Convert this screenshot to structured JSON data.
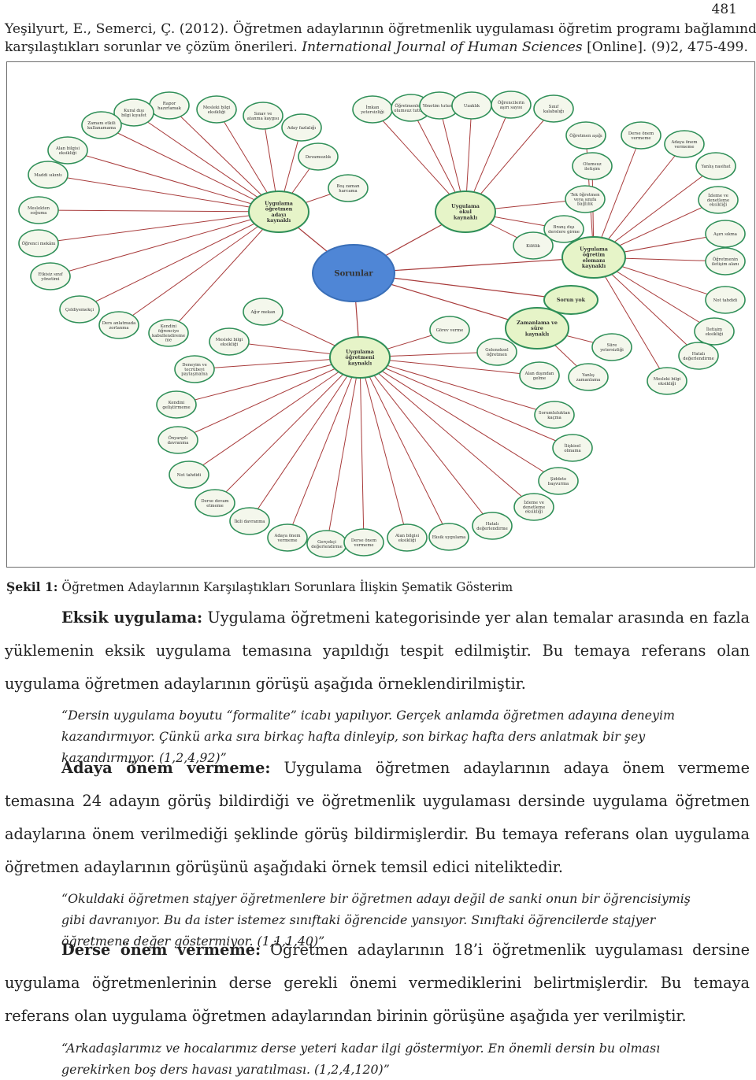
{
  "page_number": "481",
  "header": {
    "line1": "Yeşilyurt,   E., Semerci, Ç. (2012). Öğretmen adaylarının öğretmenlik uygulaması öğretim programı bağlamında",
    "line2_a": "karşılaştıkları sorunlar ve çözüm önerileri. ",
    "line2_journal": "International Journal of Human Sciences",
    "line2_b": " [Online]. (9)2, 475-499."
  },
  "figure": {
    "center": "Sorunlar",
    "hubs": {
      "mentor": "Uygulama öğretmen adayı kaynaklı",
      "school": "Uygulama okul kaynaklı",
      "staff": "Uygulama öğretim elemanı kaynaklı",
      "teacher": "Uygulama öğretmeni kaynaklı",
      "time": "Zamanlama ve süre kaynaklı",
      "none": "Sorun yok"
    },
    "nodes": {
      "rapor": "Rapor hazırlamak",
      "kural": "Kural dışı bilgi kıyafet",
      "zaman": "Zamanı etkili kullanamama",
      "alan_bilgisi": "Alan bilgisi eksikliği",
      "maddi": "Maddi sıkıntı",
      "meslek_sog": "Meslekten soğuma",
      "ogr_mek": "Öğrenci mekânı",
      "etkisiz": "Etkisiz sınıf yönetimi",
      "mesleki1": "Mesleki bilgi eksikliği",
      "sinav": "Sınav ve atanma kaygısı",
      "aday_fazla": "Aday fazlalığı",
      "devamsizlik": "Devamsızlık",
      "bos_zaman": "Boş zaman harcama",
      "imkan": "İmkan yetersizliği",
      "ogretmenin": "Öğretmenle rin olumsuz tutumu",
      "yonetim": "Yönetim tutumu",
      "uzaklik": "Uzaklık",
      "ogrenciler": "Öğrencilerin aşırı sayısı",
      "sinif": "Sınıf kalabalığı",
      "ogretmen_aglik": "Öğretmen aşığı",
      "olumsuz": "Olumsuz iletişim",
      "tek": "Tek öğretmen veya sınıfa bağlılık",
      "brans": "Branş dışı derslere girme",
      "kilitlik": "Kilitlik",
      "derse_onem": "Derse önem vermeme",
      "adaya_onem": "Adaya önem vermeme",
      "yanlis": "Yanlış nasihat",
      "izleme1": "İzleme ve denetleme eksikliği",
      "asiri": "Aşırı sıkma",
      "ogretmen_iletisim": "Öğretmenin iletişim alanı",
      "not_tahdidi": "Not tahdidi",
      "iletisim_eks": "İletişim eksikliği",
      "hatali1": "Hatalı değerlendirme",
      "mesleki2": "Mesleki bilgi eksikliği",
      "goldsymolic": "Çeldiyemekçi",
      "ders_anlat": "Ders anlatmada zorlanma",
      "kendini": "Kendini öğrenciye kabullendireme me",
      "agir": "Ağır mekan",
      "mesleki3": "Mesleki bilgi eksikliği",
      "deneyim": "Deneyim ve tecrübeyi paylaşmama",
      "kendini_gel": "Kendini geliştirmeme",
      "onyargili": "Önyargılı davranma",
      "not_tah2": "Not tahdidi",
      "derse_dev": "Derse devam etmeme",
      "ikili": "İkili davranma",
      "adaya_onem2": "Adaya önem vermeme",
      "gercekci": "Gerçekçi değerlendirme",
      "derse_onem2": "Derse önem vermeme",
      "alan_bilgisi2": "Alan bilgisi eksikliği",
      "eksik_uyg": "Eksik uygulama",
      "hatali2": "Hatalı değerlendirme",
      "izleme2": "İzleme ve denetleme eksikliği",
      "siddet": "Şiddete başvurma",
      "iyi_davr": "İlişkisel olmama",
      "sorumluluk": "Sorumluluktan kaçma",
      "alan_disi": "Alan dışından gelme",
      "geleneksel": "Geleneksel öğretmen",
      "gorev": "Görev verme",
      "sure_yet": "Süre yetersizliği",
      "yanlis_zaman": "Yanlış zamanlama"
    }
  },
  "caption": {
    "label": "Şekil 1:",
    "text": " Öğretmen Adaylarının Karşılaştıkları Sorunlara İlişkin Şematik Gösterim"
  },
  "sections": [
    {
      "term": "Eksik uygulama:",
      "body": " Uygulama öğretmeni kategorisinde yer alan temalar arasında en fazla yüklemenin eksik uygulama temasına yapıldığı tespit edilmiştir. Bu temaya referans olan uygulama öğretmen adaylarının görüşü aşağıda örneklendirilmiştir.",
      "quote": "“Dersin uygulama boyutu “formalite” icabı yapılıyor. Gerçek anlamda öğretmen adayına deneyim kazandırmıyor. Çünkü arka sıra birkaç hafta dinleyip, son birkaç hafta ders anlatmak bir şey kazandırmıyor. (1,2,4,92)”"
    },
    {
      "term": "Adaya önem vermeme:",
      "body": " Uygulama öğretmen adaylarının adaya önem vermeme temasına 24 adayın görüş bildirdiği ve öğretmenlik uygulaması dersinde uygulama öğretmen adaylarına önem verilmediği şeklinde görüş bildirmişlerdir. Bu temaya referans olan uygulama öğretmen adaylarının görüşünü aşağıdaki örnek temsil edici niteliktedir.",
      "quote": "“Okuldaki öğretmen stajyer öğretmenlere bir öğretmen adayı değil de sanki onun bir öğrencisiymiş gibi davranıyor. Bu da ister istemez sınıftaki öğrencide yansıyor. Sınıftaki öğrencilerde stajyer öğretmene değer göstermiyor. (1,1,1,40)”"
    },
    {
      "term": "Derse önem vermeme:",
      "body": " Öğretmen adaylarının 18’i öğretmenlik uygulaması dersine uygulama öğretmenlerinin derse gerekli önemi vermediklerini belirtmişlerdir. Bu temaya referans olan uygulama öğretmen adaylarından birinin görüşüne aşağıda yer verilmiştir.",
      "quote": "“Arkadaşlarımız ve hocalarımız derse yeteri kadar ilgi göstermiyor. En önemli dersin bu olması gerekirken boş ders havası yaratılması. (1,2,4,120)”"
    }
  ],
  "colors": {
    "node_fill": "#f4f7ec",
    "node_stroke": "#2f8f58",
    "link": "#a83b3b",
    "hub_fill": "#e6f4c8",
    "center_fill": "#4f86d6"
  }
}
